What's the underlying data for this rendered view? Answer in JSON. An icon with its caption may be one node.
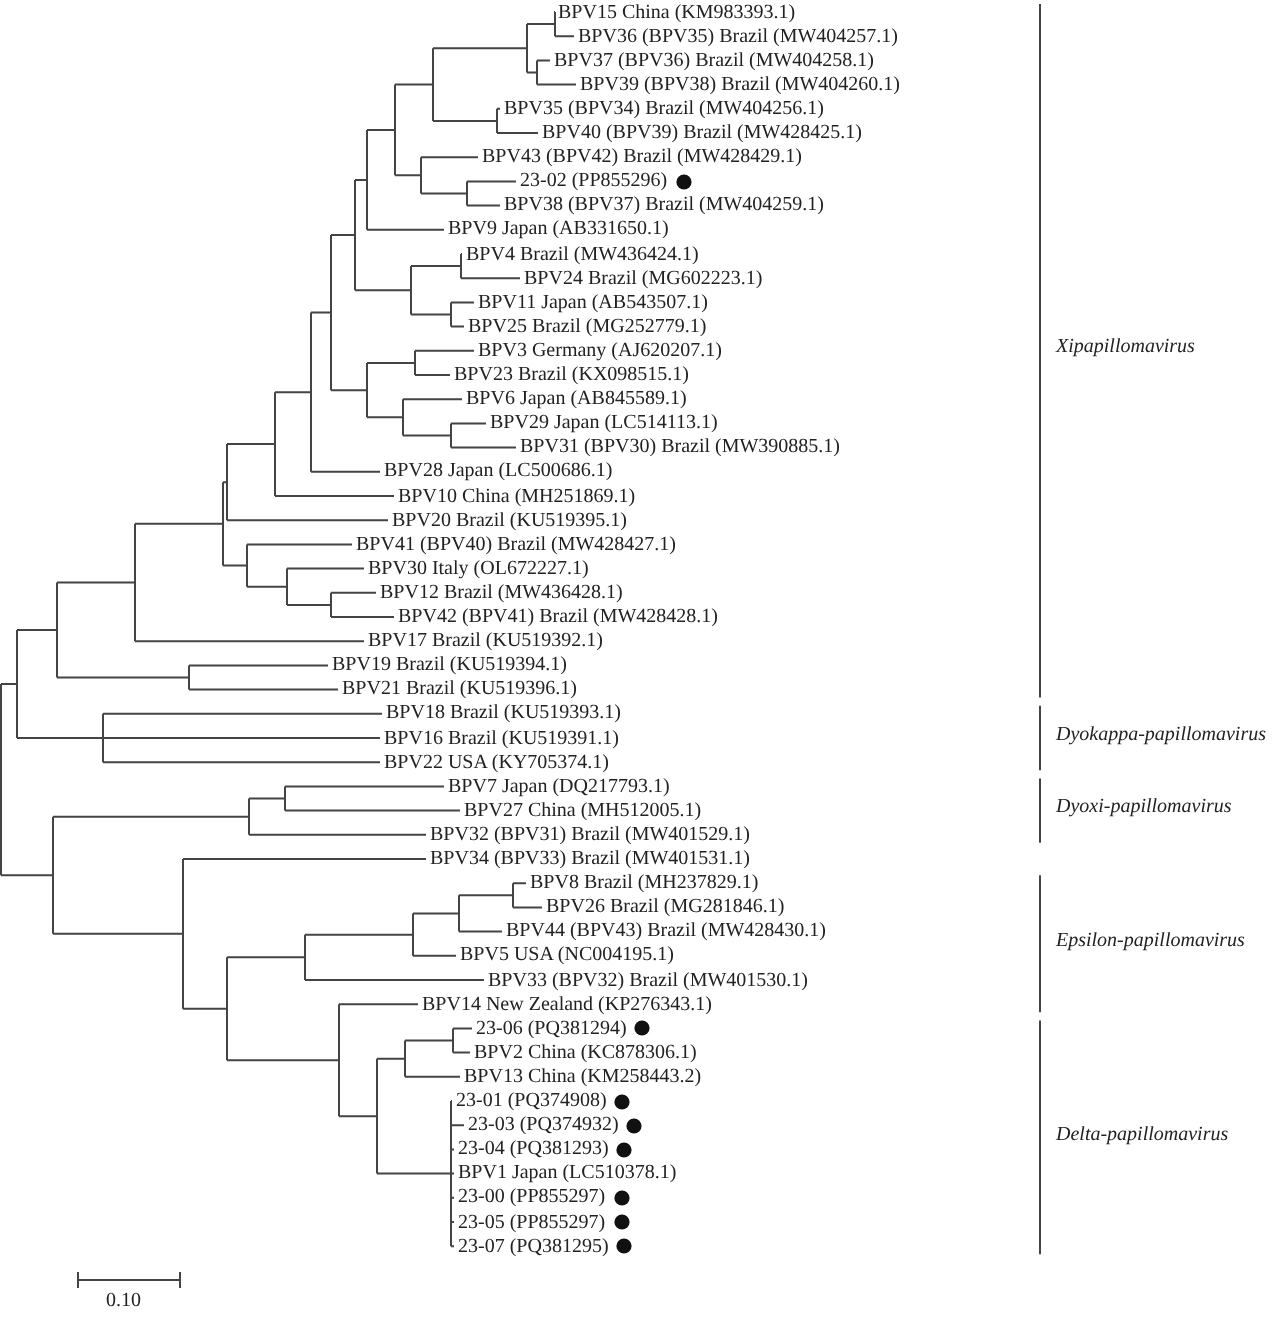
{
  "diagram": {
    "labels": [
      "BPV15 China (KM983393.1)",
      "BPV36 (BPV35) Brazil (MW404257.1)",
      "BPV37 (BPV36) Brazil (MW404258.1)",
      "BPV39 (BPV38) Brazil (MW404260.1)",
      "BPV35 (BPV34) Brazil (MW404256.1)",
      "BPV40 (BPV39) Brazil (MW428425.1)",
      "BPV43 (BPV42) Brazil (MW428429.1)",
      "23-02 (PP855296)",
      "BPV38 (BPV37) Brazil (MW404259.1)",
      "BPV9 Japan (AB331650.1)",
      "BPV4 Brazil (MW436424.1)",
      "BPV24 Brazil (MG602223.1)",
      "BPV11 Japan (AB543507.1)",
      "BPV25 Brazil (MG252779.1)",
      "BPV3 Germany (AJ620207.1)",
      "BPV23 Brazil (KX098515.1)",
      "BPV6 Japan (AB845589.1)",
      "BPV29 Japan (LC514113.1)",
      "BPV31 (BPV30) Brazil (MW390885.1)",
      "BPV28 Japan (LC500686.1)",
      "BPV10 China (MH251869.1)",
      "BPV20 Brazil (KU519395.1)",
      "BPV41 (BPV40) Brazil (MW428427.1)",
      "BPV30 Italy (OL672227.1)",
      "BPV12 Brazil (MW436428.1)",
      "BPV42 (BPV41) Brazil (MW428428.1)",
      "BPV17 Brazil (KU519392.1)",
      "BPV19 Brazil (KU519394.1)",
      "BPV21 Brazil (KU519396.1)",
      "BPV18 Brazil (KU519393.1)",
      "BPV16 Brazil (KU519391.1)",
      "BPV22 USA (KY705374.1)",
      "BPV7 Japan (DQ217793.1)",
      "BPV27 China (MH512005.1)",
      "BPV32 (BPV31) Brazil (MW401529.1)",
      "BPV34 (BPV33) Brazil (MW401531.1)",
      "BPV8 Brazil (MH237829.1)",
      "BPV26 Brazil (MG281846.1)",
      "BPV44 (BPV43) Brazil (MW428430.1)",
      "BPV5 USA (NC004195.1)",
      "BPV33 (BPV32) Brazil (MW401530.1)",
      "BPV14 New Zealand (KP276343.1)",
      "23-06 (PQ381294)",
      "BPV2 China (KC878306.1)",
      "BPV13 China (KM258443.2)",
      "23-01 (PQ374908)",
      "23-03 (PQ374932)",
      "23-04 (PQ381293)",
      "BPV1 Japan (LC510378.1)",
      "23-00 (PP855297)",
      "23-05 (PP855297)",
      "23-07 (PQ381295)",
      "Xipapillomavirus",
      "Dyokappa-papillomavirus",
      "Dyoxi-papillomavirus",
      "Epsilon-papillomavirus",
      "Delta-papillomavirus",
      "0.10"
    ]
  }
}
